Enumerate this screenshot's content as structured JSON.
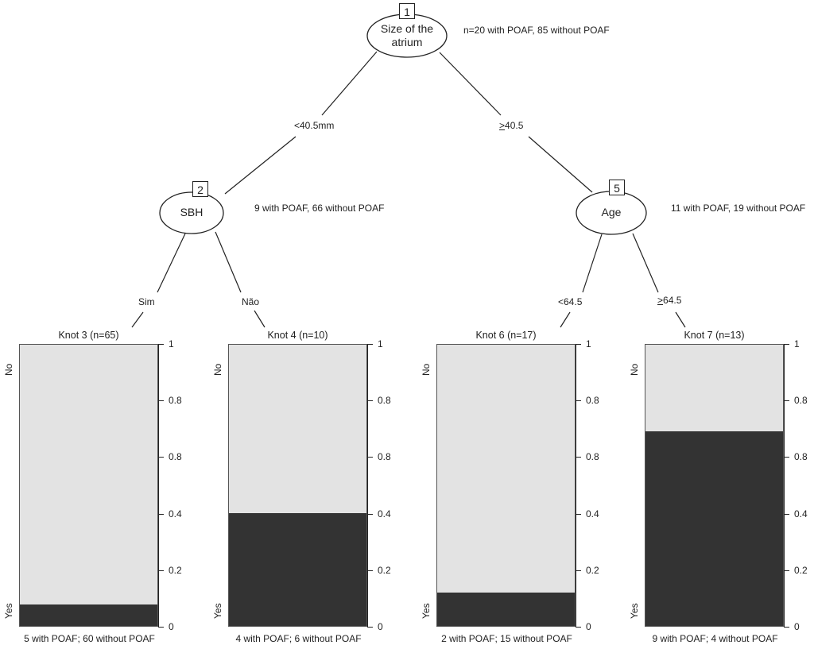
{
  "nodes": [
    {
      "id": "1",
      "label_line1": "Size of the",
      "label_line2": "atrium",
      "info": "n=20 with POAF, 85 without POAF"
    },
    {
      "id": "2",
      "label": "SBH",
      "info": "9 with POAF, 66 without POAF"
    },
    {
      "id": "5",
      "label": "Age",
      "info": "11 with POAF, 19 without POAF"
    }
  ],
  "edges": {
    "root_left": "<40.5mm",
    "root_right_sym": ">",
    "root_right_val": "40.5",
    "n2_left": "Sim",
    "n2_right": "Não",
    "n5_left": "<64.5",
    "n5_right_sym": ">",
    "n5_right_val": "64.5"
  },
  "leaves": [
    {
      "title": "Knot 3 (n=65)",
      "yes_fraction": 0.077,
      "caption": "5 with POAF; 60 without POAF"
    },
    {
      "title": "Knot 4 (n=10)",
      "yes_fraction": 0.4,
      "caption": "4 with POAF; 6 without POAF"
    },
    {
      "title": "Knot 6 (n=17)",
      "yes_fraction": 0.118,
      "caption": "2 with POAF; 15 without POAF"
    },
    {
      "title": "Knot 7 (n=13)",
      "yes_fraction": 0.692,
      "caption": "9 with POAF; 4 without POAF"
    }
  ],
  "axis": {
    "ticks": [
      "1",
      "0.8",
      "0.8",
      "0.4",
      "0.2",
      "0"
    ],
    "tick_values": [
      1,
      0.8,
      0.6,
      0.4,
      0.2,
      0
    ],
    "no_label": "No",
    "yes_label": "Yes"
  }
}
